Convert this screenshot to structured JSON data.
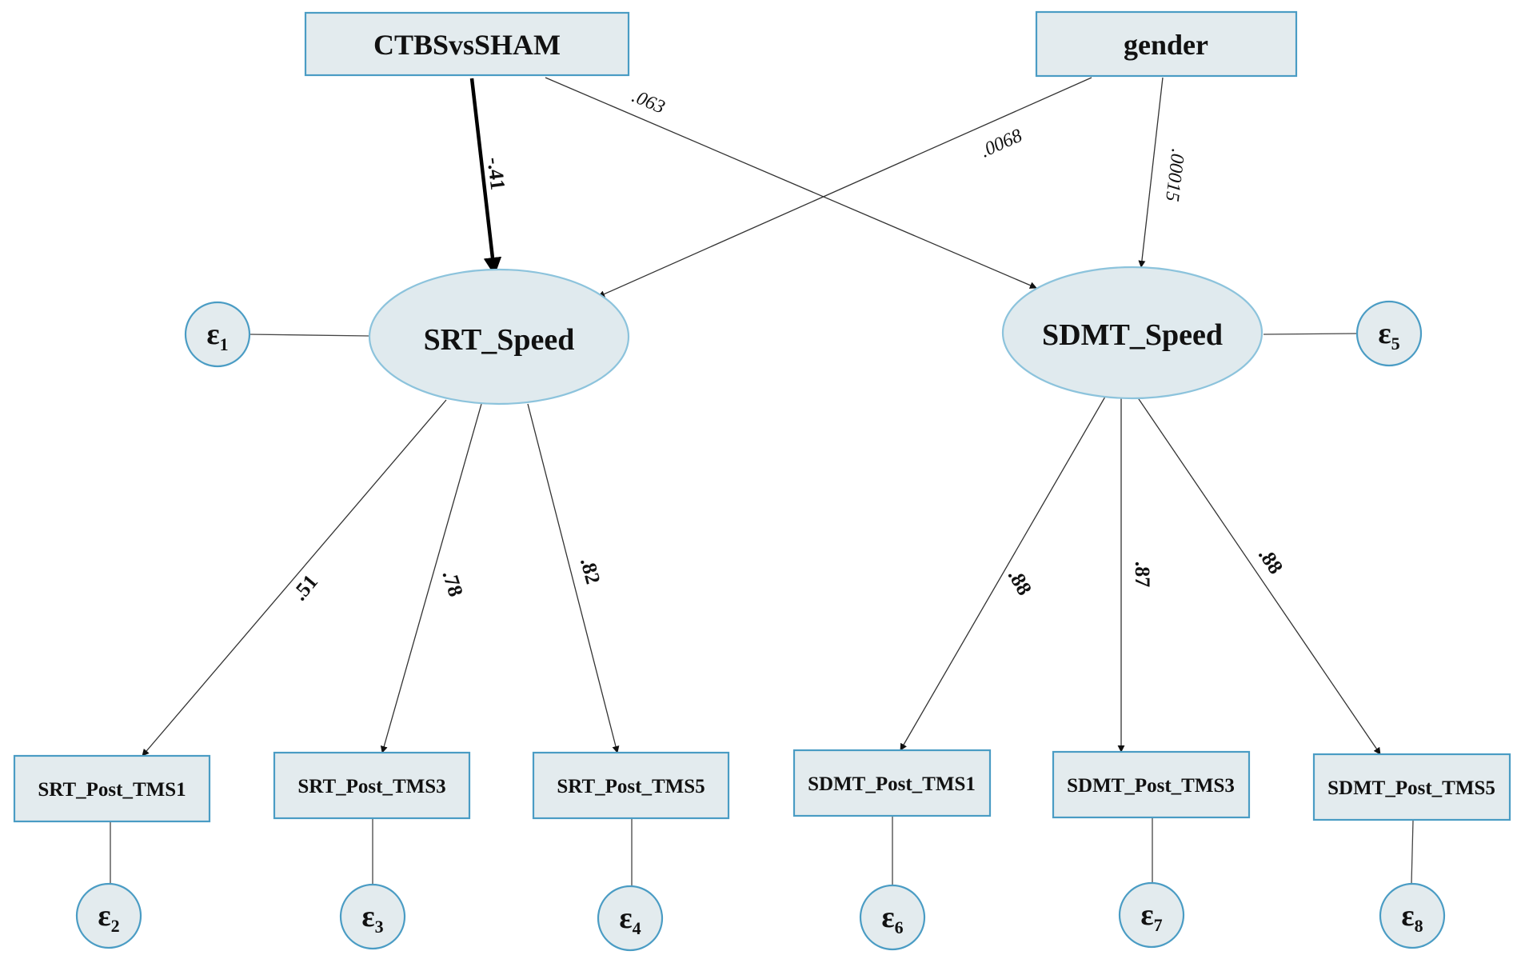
{
  "nodes": {
    "ctbs": "CTBSvsSHAM",
    "gender": "gender",
    "srt_speed": "SRT_Speed",
    "sdmt_speed": "SDMT_Speed",
    "srt1": "SRT_Post_TMS1",
    "srt3": "SRT_Post_TMS3",
    "srt5": "SRT_Post_TMS5",
    "sdmt1": "SDMT_Post_TMS1",
    "sdmt3": "SDMT_Post_TMS3",
    "sdmt5": "SDMT_Post_TMS5"
  },
  "errors": {
    "e1": {
      "symbol": "ε",
      "sub": "1"
    },
    "e2": {
      "symbol": "ε",
      "sub": "2"
    },
    "e3": {
      "symbol": "ε",
      "sub": "3"
    },
    "e4": {
      "symbol": "ε",
      "sub": "4"
    },
    "e5": {
      "symbol": "ε",
      "sub": "5"
    },
    "e6": {
      "symbol": "ε",
      "sub": "6"
    },
    "e7": {
      "symbol": "ε",
      "sub": "7"
    },
    "e8": {
      "symbol": "ε",
      "sub": "8"
    }
  },
  "coefficients": {
    "ctbs_srt": "-.41",
    "ctbs_sdmt": ".063",
    "gender_srt": ".0068",
    "gender_sdmt": ".00015",
    "srt_srt1": ".51",
    "srt_srt3": ".78",
    "srt_srt5": ".82",
    "sdmt_sdmt1": ".88",
    "sdmt_sdmt3": ".87",
    "sdmt_sdmt5": ".88"
  },
  "colors": {
    "box_fill": "#e3ebee",
    "box_stroke": "#4a9cc4",
    "latent_stroke": "#8cc3dc"
  }
}
